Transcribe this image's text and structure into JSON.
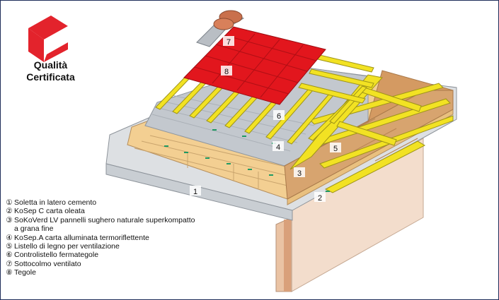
{
  "brand": {
    "line1": "Qualità",
    "line2": "Certificata",
    "colors": {
      "logo": "#e3232c"
    }
  },
  "callouts": [
    "1",
    "2",
    "3",
    "4",
    "5",
    "6",
    "7",
    "8"
  ],
  "legend": [
    {
      "num": "1",
      "text": "Soletta in latero cemento"
    },
    {
      "num": "2",
      "text": "KoSep C carta oleata"
    },
    {
      "num": "3",
      "text": "SoKoVerd LV pannelli sughero naturale superkompatto",
      "text2": "a grana fine"
    },
    {
      "num": "4",
      "text": "KoSep.A carta alluminata termoriflettente"
    },
    {
      "num": "5",
      "text": "Listello di legno per ventilazione"
    },
    {
      "num": "6",
      "text": "Controlistello fermategole"
    },
    {
      "num": "7",
      "text": "Sottocolmo ventilato"
    },
    {
      "num": "8",
      "text": "Tegole"
    }
  ],
  "colors": {
    "slab": "#dde0e3",
    "wall": "#f3ddcc",
    "cork": "#f3cf92",
    "board": "#d7a46f",
    "batten": "#f2e223",
    "tiles": "#e2161d",
    "foil": "#c3c8ce",
    "outline": "#8a7a6a"
  }
}
